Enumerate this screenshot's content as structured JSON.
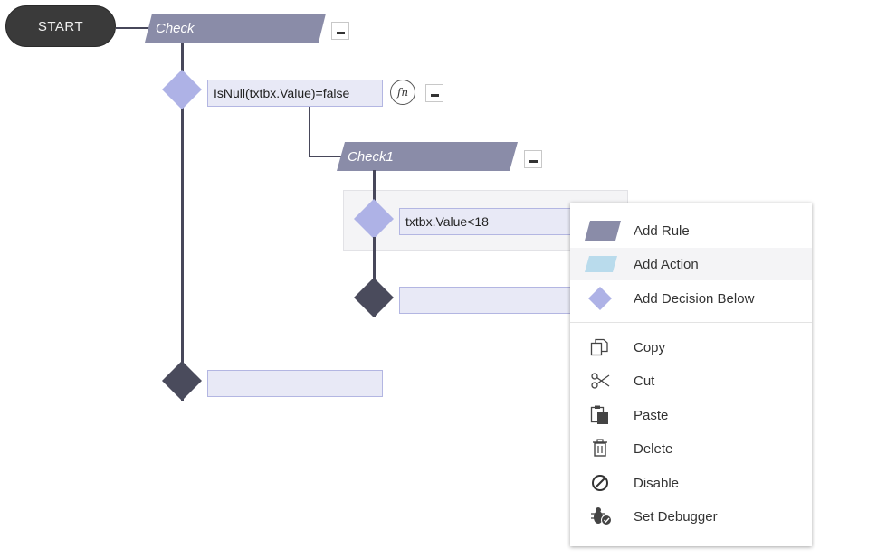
{
  "flow": {
    "start_label": "START",
    "rule1_label": "Check",
    "decision1_condition": "IsNull(txtbx.Value)=false",
    "fn_label": "fn",
    "rule2_label": "Check1",
    "decision2_condition": "txtbx.Value<18",
    "decision3_condition": "",
    "decision4_condition": ""
  },
  "context_menu": {
    "items": [
      {
        "label": "Add Rule",
        "icon": "rule-parallelogram-icon"
      },
      {
        "label": "Add Action",
        "icon": "action-parallelogram-icon"
      },
      {
        "label": "Add Decision Below",
        "icon": "decision-diamond-icon"
      },
      {
        "label": "Copy",
        "icon": "copy-icon"
      },
      {
        "label": "Cut",
        "icon": "scissors-icon"
      },
      {
        "label": "Paste",
        "icon": "paste-icon"
      },
      {
        "label": "Delete",
        "icon": "trash-icon"
      },
      {
        "label": "Disable",
        "icon": "disable-icon"
      },
      {
        "label": "Set Debugger",
        "icon": "bug-icon"
      }
    ]
  },
  "colors": {
    "rule": "#8a8ca8",
    "action": "#b9dbec",
    "decision_light": "#aeb2e6",
    "decision_dark": "#4a4b5c",
    "condition_bg": "#e8e9f6"
  }
}
